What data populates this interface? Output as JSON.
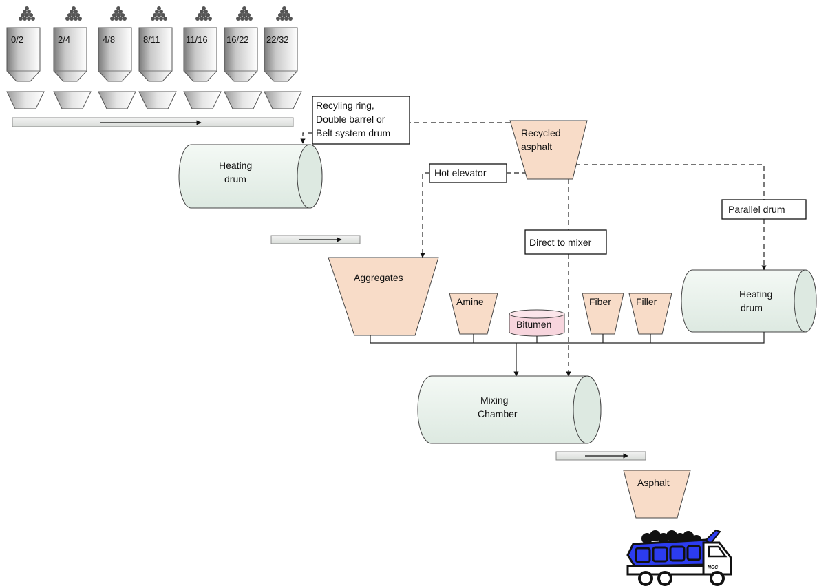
{
  "bins": [
    "0/2",
    "2/4",
    "4/8",
    "8/11",
    "11/16",
    "16/22",
    "22/32"
  ],
  "labels": {
    "recycling_ring": [
      "Recyling ring,",
      "Double barrel or",
      "Belt system drum"
    ],
    "recycled_asphalt": [
      "Recycled",
      "asphalt"
    ],
    "heating_drum_1": [
      "Heating",
      "drum"
    ],
    "hot_elevator": "Hot elevator",
    "parallel_drum": "Parallel drum",
    "direct_to_mixer": "Direct to mixer",
    "aggregates": "Aggregates",
    "amine": "Amine",
    "bitumen": "Bitumen",
    "fiber": "Fiber",
    "filler": "Filler",
    "heating_drum_2": [
      "Heating",
      "drum"
    ],
    "mixing_chamber": [
      "Mixing",
      "Chamber"
    ],
    "asphalt": "Asphalt",
    "truck_logo": "NCC"
  },
  "colors": {
    "hopper": "#f8dcc8",
    "drum": "#e4efe8",
    "bitumen": "#f7d5dd",
    "truck_bed": "#2c3cf0"
  }
}
